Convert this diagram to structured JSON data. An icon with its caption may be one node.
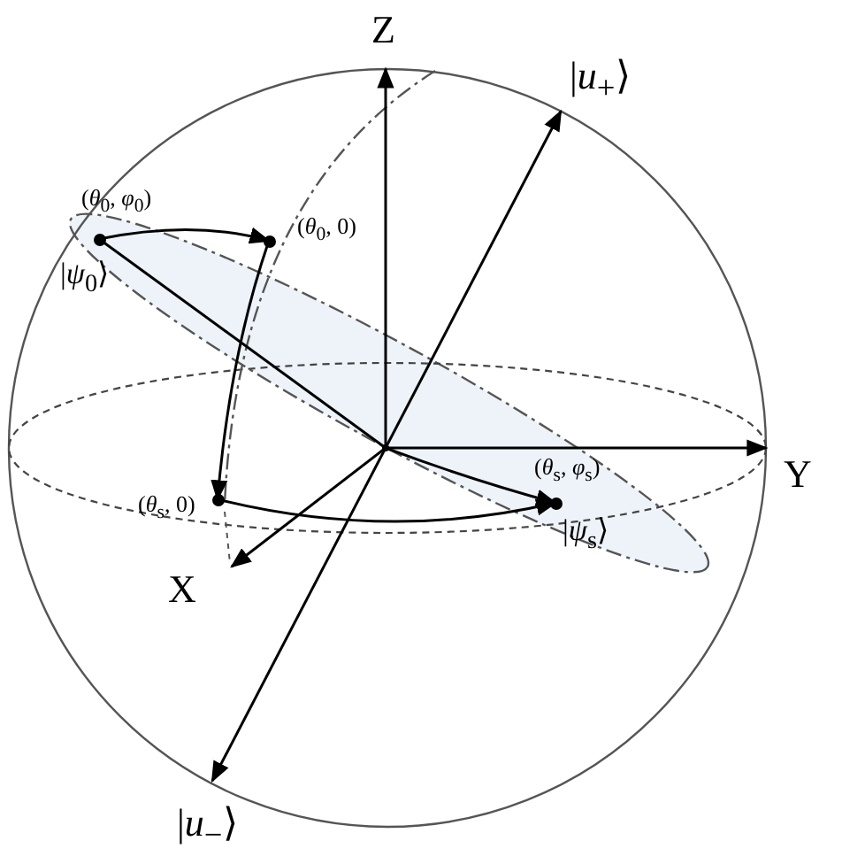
{
  "diagram": {
    "nodes": [
      {
        "text": [
          "(*θ*$_{0}$, *φ*$_{0}$)"
        ],
        "beside": [
          "|*ψ*$_{0}$⟩"
        ]
      },
      {
        "text": [
          "(*θ*$_{0}$, 0)"
        ]
      },
      {
        "text": [
          "(*θ*$_{s}$, 0)"
        ]
      },
      {
        "text": [
          "(*θ*$_{s}$, *φ*$_{s}$)"
        ],
        "beside": [
          "|*ψ*$_{s}$⟩"
        ]
      },
      {
        "text": [],
        "shape": "point"
      }
    ],
    "edges": [
      {
        "from": 0,
        "to": 1,
        "arrow": "to"
      },
      {
        "from": 1,
        "to": 2,
        "arrow": "to"
      },
      {
        "from": 2,
        "to": 3,
        "arrow": "to"
      },
      {
        "from": 4,
        "to": 0,
        "arrow": "none"
      },
      {
        "from": 4,
        "to": 3,
        "arrow": "to"
      }
    ],
    "labels": [
      "Z",
      "|*u*$_{+}$⟩",
      "Y",
      "X",
      "|*u*$_{−}$⟩"
    ]
  }
}
